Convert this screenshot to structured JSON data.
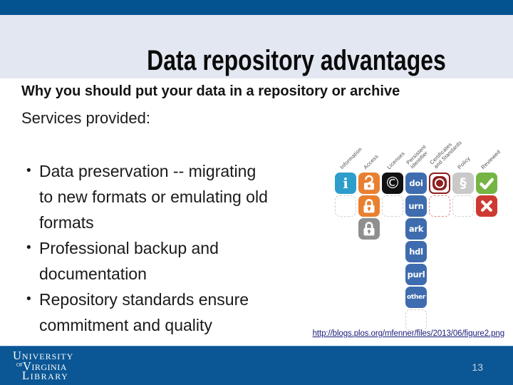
{
  "slide": {
    "title": "Data repository advantages",
    "subtitle": "Why you should put your data in a repository or archive",
    "services_label": "Services provided:",
    "bullets": [
      "Data preservation -- migrating\nto new formats or emulating old\nformats",
      "Professional backup and\ndocumentation",
      "Repository standards ensure\ncommitment and quality"
    ],
    "source_link": "http://blogs.plos.org/mfenner/files/2013/06/figure2.png",
    "page_number": "13"
  },
  "figure": {
    "columns": [
      "Information",
      "Access",
      "Licenses",
      "Persistent\nIdentifier",
      "Certificates\nand Standards",
      "Policy",
      "Reviewed"
    ],
    "glyphs": {
      "info": "i",
      "copyright": "©",
      "policy": "§",
      "doi": "doi",
      "urn": "urn",
      "ark": "ark",
      "hdl": "hdl",
      "purl": "purl",
      "other": "other"
    },
    "grid": [
      [
        "info",
        "lock-open",
        "copyright",
        "doi",
        "seal",
        "policy",
        "check"
      ],
      [
        "empty",
        "lock-closed",
        "empty",
        "urn",
        "empty-red",
        "empty",
        "cross"
      ],
      [
        null,
        "lock-gray",
        null,
        "ark",
        null,
        null,
        null
      ],
      [
        null,
        null,
        null,
        "hdl",
        null,
        null,
        null
      ],
      [
        null,
        null,
        null,
        "purl",
        null,
        null,
        null
      ],
      [
        null,
        null,
        null,
        "other",
        null,
        null,
        null
      ],
      [
        null,
        null,
        null,
        "empty",
        null,
        null,
        null
      ]
    ]
  },
  "footer": {
    "logo_line1": "University",
    "logo_of": "of",
    "logo_line2": "Virginia",
    "logo_line3": "Library"
  },
  "colors": {
    "top-bar": "#02538f",
    "header-bg": "#e3e7f1",
    "footer-bar": "#0b5795",
    "icon-info": "#2d9dcb",
    "icon-orange": "#e9802f",
    "icon-black": "#111111",
    "icon-tag-blue": "#3e6cae",
    "icon-seal-red": "#8e2020",
    "icon-gray": "#c9c9c9",
    "icon-lock-gray": "#8f8f8f",
    "icon-green": "#74b544",
    "icon-red": "#cd3a32",
    "link": "#1b1b7a"
  }
}
